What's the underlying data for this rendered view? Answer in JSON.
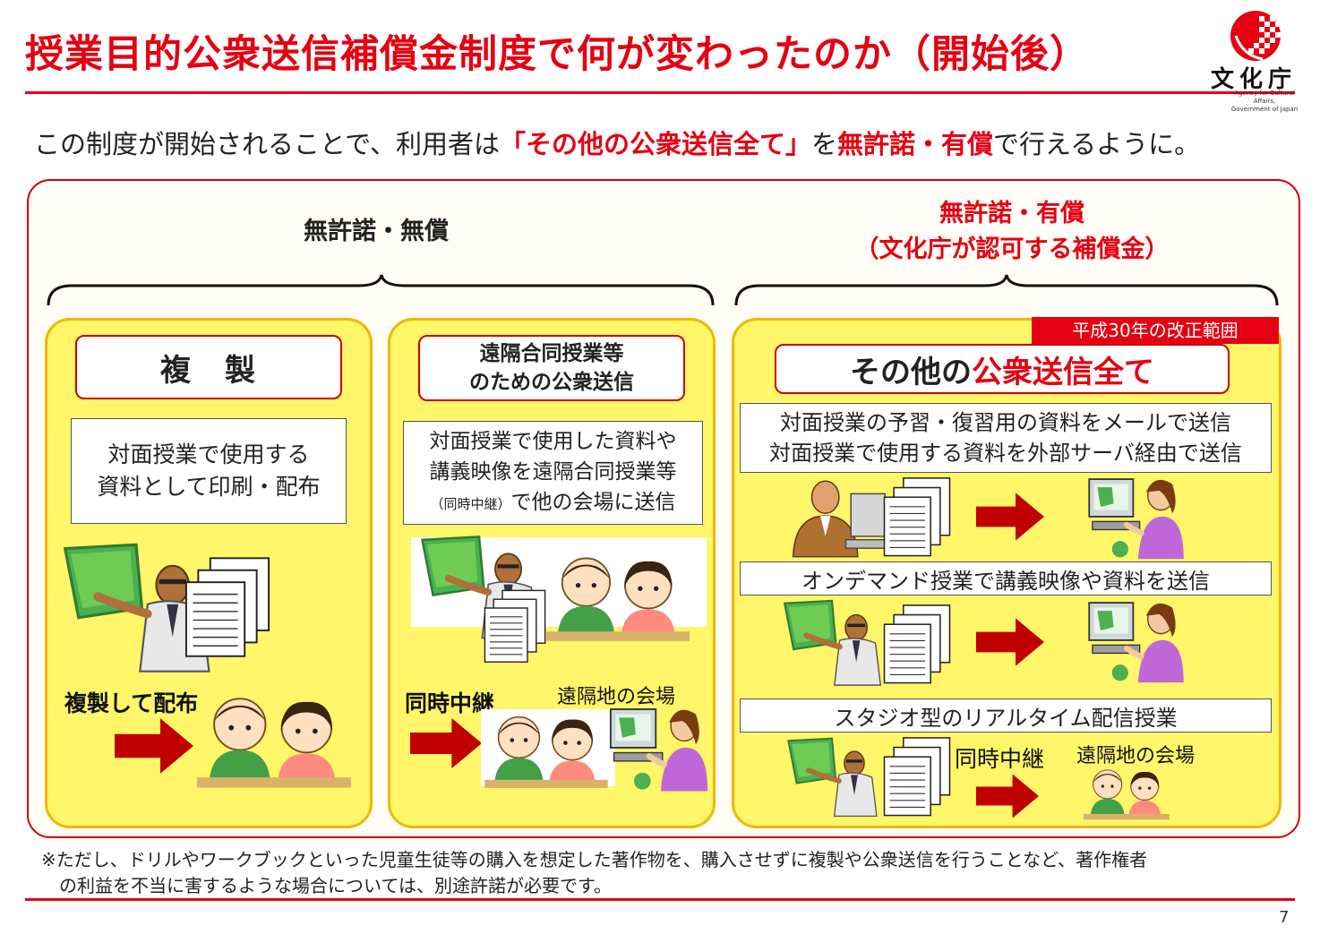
{
  "title": "授業目的公衆送信補償金制度で何が変わったのか（開始後）",
  "logo": {
    "name": "文化庁",
    "sub1": "Agency for Cultural Affairs,",
    "sub2": "Government of Japan"
  },
  "lead": {
    "p1": "この制度が開始されることで、利用者は",
    "p2": "「その他の公衆送信全て」",
    "p3": "を",
    "p4": "無許諾・有償",
    "p5": "で行えるように。"
  },
  "left_section": {
    "heading": "無許諾・無償"
  },
  "right_section": {
    "heading1": "無許諾・有償",
    "heading2": "（文化庁が認可する補償金）"
  },
  "panel_copy": {
    "title": "複　製",
    "desc1": "対面授業で使用する",
    "desc2": "資料として印刷・配布",
    "caption": "複製して配布"
  },
  "panel_remote": {
    "title1": "遠隔合同授業等",
    "title2": "のための公衆送信",
    "desc1": "対面授業で使用した資料や",
    "desc2": "講義映像を遠隔合同授業等",
    "desc3a": "（同時中継）",
    "desc3b": "で他の会場に送信",
    "caption1": "同時中継",
    "caption2": "遠隔地の会場"
  },
  "panel_other": {
    "badge": "平成30年の改正範囲",
    "title_a": "その他の",
    "title_b": "公衆送信全て",
    "case1_line1": "対面授業の予習・復習用の資料をメールで送信",
    "case1_line2": "対面授業で使用する資料を外部サーバ経由で送信",
    "case2": "オンデマンド授業で講義映像や資料を送信",
    "case3": "スタジオ型のリアルタイム配信授業",
    "caption1": "同時中継",
    "caption2": "遠隔地の会場"
  },
  "note": {
    "line1": "※ただし、ドリルやワークブックといった児童生徒等の購入を想定した著作物を、購入させずに複製や公衆送信を行うことなど、著作権者",
    "line2": "の利益を不当に害するような場合については、別途許諾が必要です。"
  },
  "page_number": "7",
  "colors": {
    "accent_red": "#e50012",
    "panel_yellow": "#fff669",
    "arrow_red": "#c00000"
  },
  "icons": [
    "teacher-icon",
    "documents-icon",
    "arrow-right-icon",
    "students-icon",
    "remote-viewer-icon",
    "office-worker-icon"
  ]
}
